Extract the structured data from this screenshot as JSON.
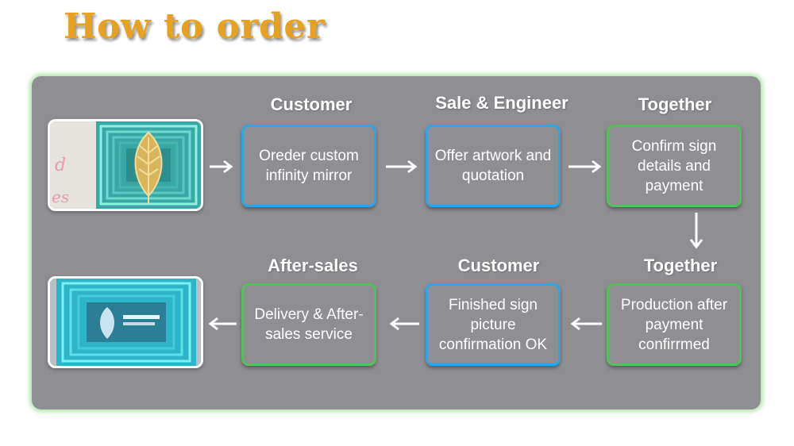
{
  "title": "How to order",
  "flow": {
    "step1": {
      "role": "Customer",
      "text": "Oreder custom infinity mirror"
    },
    "step2": {
      "role": "Sale & Engineer",
      "text": "Offer artwork and quotation"
    },
    "step3": {
      "role": "Together",
      "text": "Confirm sign details and payment"
    },
    "step4": {
      "role": "Together",
      "text": "Production after payment confirrmed"
    },
    "step5": {
      "role": "Customer",
      "text": "Finished sign picture confirmation OK"
    },
    "step6": {
      "role": "After-sales",
      "text": "Delivery & After-sales service"
    }
  },
  "colors": {
    "title": "#e8a11e",
    "panel": "#8f8f93",
    "panel_glow": "#78c86e",
    "customer_box_border": "#2aa6e6",
    "together_box_border": "#55c05a"
  },
  "icons": [
    "right-arrow-icon",
    "down-arrow-icon",
    "left-arrow-icon"
  ]
}
